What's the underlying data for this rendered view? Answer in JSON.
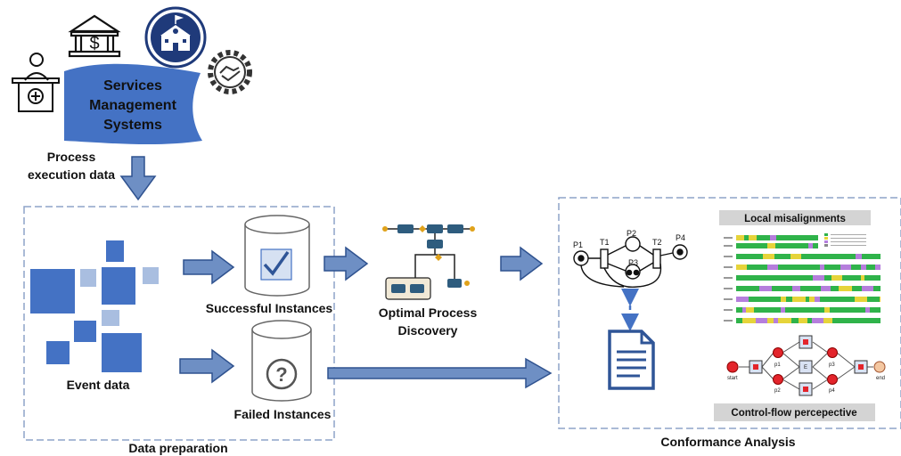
{
  "sources": {
    "banner_lines": [
      "Services",
      "Management",
      "Systems"
    ],
    "icons": [
      "reception-desk-icon",
      "bank-icon",
      "school-building-icon",
      "handshake-gear-icon"
    ]
  },
  "flow_label": {
    "line1": "Process",
    "line2": "execution data"
  },
  "data_preparation": {
    "title": "Data preparation",
    "event_data": "Event data",
    "successful": "Successful Instances",
    "failed": "Failed Instances"
  },
  "discovery": {
    "line1": "Optimal Process",
    "line2": "Discovery"
  },
  "conformance": {
    "title": "Conformance Analysis",
    "local_misalignments": "Local misalignments",
    "control_flow": "Control-flow percepective",
    "petri_net": {
      "places": [
        "P1",
        "P2",
        "P3",
        "P4"
      ],
      "transitions": [
        "T1",
        "T2"
      ]
    },
    "bpmn": {
      "start": "start",
      "end": "end",
      "nodes": [
        "p1",
        "p2",
        "p3",
        "p4",
        "E"
      ]
    }
  },
  "colors": {
    "banner": "#4472C4",
    "arrow": "#6E8FC4",
    "squares_dark": "#4472C4",
    "squares_light": "#A9BEE0",
    "dashed_border": "#8EA3C8",
    "navy": "#1F3A7A",
    "header_bar": "#D4D4D4",
    "bpmn_node": "#E3242B"
  }
}
